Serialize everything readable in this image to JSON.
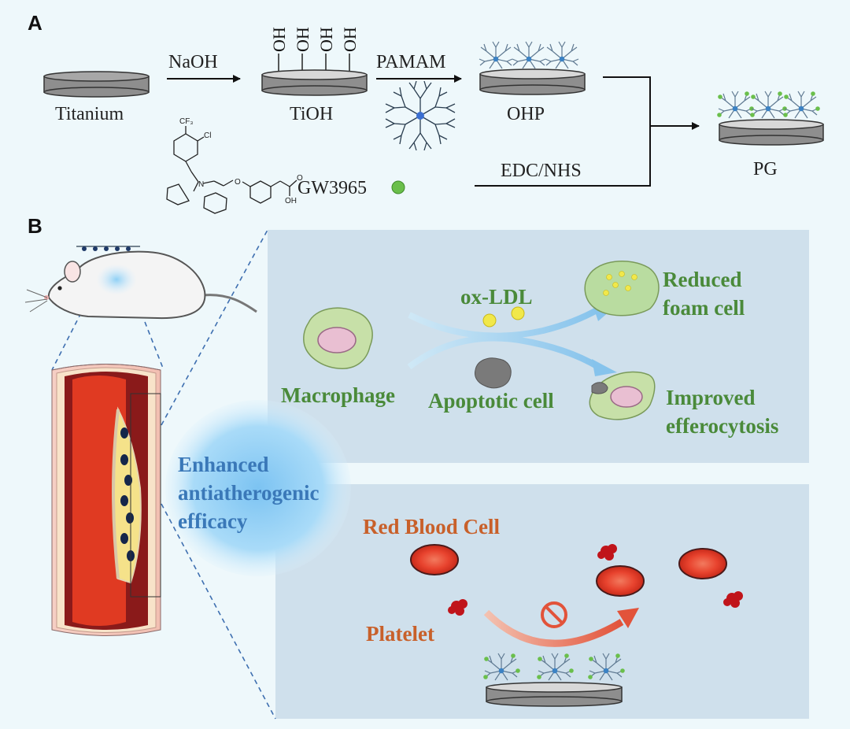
{
  "panels": {
    "a": "A",
    "b": "B"
  },
  "scheme": {
    "titanium": "Titanium",
    "naoh": "NaOH",
    "tioh": "TiOH",
    "oh": "OH",
    "pamam": "PAMAM",
    "ohp": "OHP",
    "edc_nhs": "EDC/NHS",
    "pg": "PG",
    "gw3965": "GW3965",
    "mol_cf3": "CF₃",
    "mol_cl": "Cl",
    "mol_n": "N",
    "mol_o1": "O",
    "mol_o2": "O",
    "mol_oh": "OH"
  },
  "mechanism": {
    "ox_ldl": "ox-LDL",
    "reduced_1": "Reduced",
    "reduced_2": "foam cell",
    "macrophage": "Macrophage",
    "apoptotic": "Apoptotic cell",
    "improved_1": "Improved",
    "improved_2": "efferocytosis",
    "enhanced_1": "Enhanced",
    "enhanced_2": "antiatherogenic",
    "enhanced_3": "efficacy",
    "rbc": "Red Blood Cell",
    "platelet": "Platelet"
  },
  "colors": {
    "label_green": "#4a8a3a",
    "label_orange": "#c8602a",
    "label_blue": "#3a78b8",
    "panel_bg": "#cfe0ec",
    "rbc_red": "#e8432e",
    "platelet_red": "#c0141a",
    "disc_grey": "#8e8e8e",
    "gw_green": "#6abf4b"
  }
}
